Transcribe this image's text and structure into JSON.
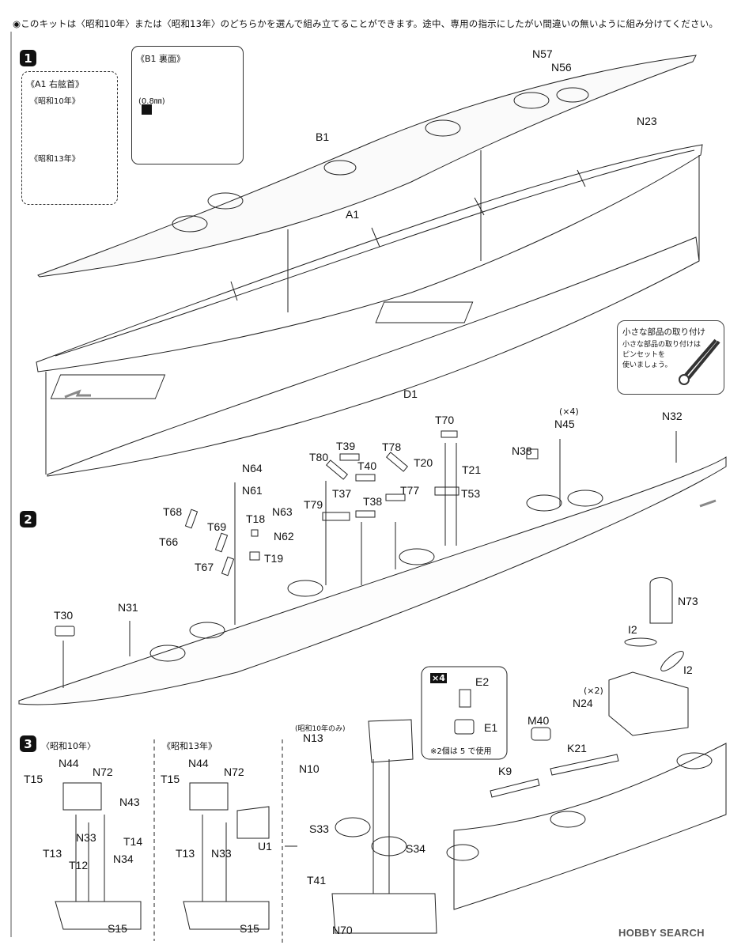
{
  "header": {
    "note": "◉このキットは〈昭和10年〉または〈昭和13年〉のどちらかを選んで組み立てることができます。途中、専用の指示にしたがい間違いの無いように組み分けてください。"
  },
  "steps": [
    "1",
    "2",
    "3"
  ],
  "step1": {
    "inset_a1": {
      "title": "《A1 右舷首》",
      "year1": "《昭和10年》",
      "year2": "《昭和13年》"
    },
    "inset_b1": {
      "title": "《B1 裏面》",
      "drill": "(0.8㎜)"
    },
    "parts": {
      "b1": "B1",
      "a1": "A1",
      "d1": "D1",
      "n57": "N57",
      "n56": "N56",
      "n23": "N23"
    }
  },
  "tip": {
    "title": "小さな部品の取り付け",
    "line1": "小さな部品の取り付けは",
    "line2": "ピンセットを",
    "line3": "使いましょう。"
  },
  "step2": {
    "parts": {
      "t70": "T70",
      "x4": "(×4)",
      "n45": "N45",
      "n32": "N32",
      "t39": "T39",
      "t78": "T78",
      "t80": "T80",
      "t40": "T40",
      "t20": "T20",
      "t21": "T21",
      "n38": "N38",
      "n64": "N64",
      "n61": "N61",
      "t37": "T37",
      "t38": "T38",
      "t77": "T77",
      "t53": "T53",
      "t79": "T79",
      "n63": "N63",
      "t68": "T68",
      "t18": "T18",
      "t69": "T69",
      "n62": "N62",
      "t66": "T66",
      "t19": "T19",
      "t67": "T67",
      "n73": "N73",
      "t30": "T30",
      "n31": "N31",
      "i2a": "I2",
      "i2b": "I2",
      "x2": "(×2)",
      "n24": "N24",
      "e2": "E2",
      "e1": "E1",
      "x4b": "×4",
      "note_e": "※2個は 5 で使用",
      "m40": "M40",
      "k21": "K21",
      "k9": "K9"
    }
  },
  "step3": {
    "left_title": "〈昭和10年〉",
    "mid_title": "《昭和13年》",
    "only10": "(昭和10年のみ)",
    "parts": {
      "t15a": "T15",
      "n44a": "N44",
      "n72a": "N72",
      "n43": "N43",
      "t14": "T14",
      "n33a": "N33",
      "t13a": "T13",
      "t12": "T12",
      "n34": "N34",
      "s15a": "S15",
      "t15b": "T15",
      "n44b": "N44",
      "n72b": "N72",
      "u1": "U1",
      "t13b": "T13",
      "n33b": "N33",
      "s15b": "S15",
      "n13": "N13",
      "n10": "N10",
      "s33": "S33",
      "s34": "S34",
      "t41": "T41",
      "n70": "N70"
    }
  },
  "watermark": "HOBBY SEARCH"
}
